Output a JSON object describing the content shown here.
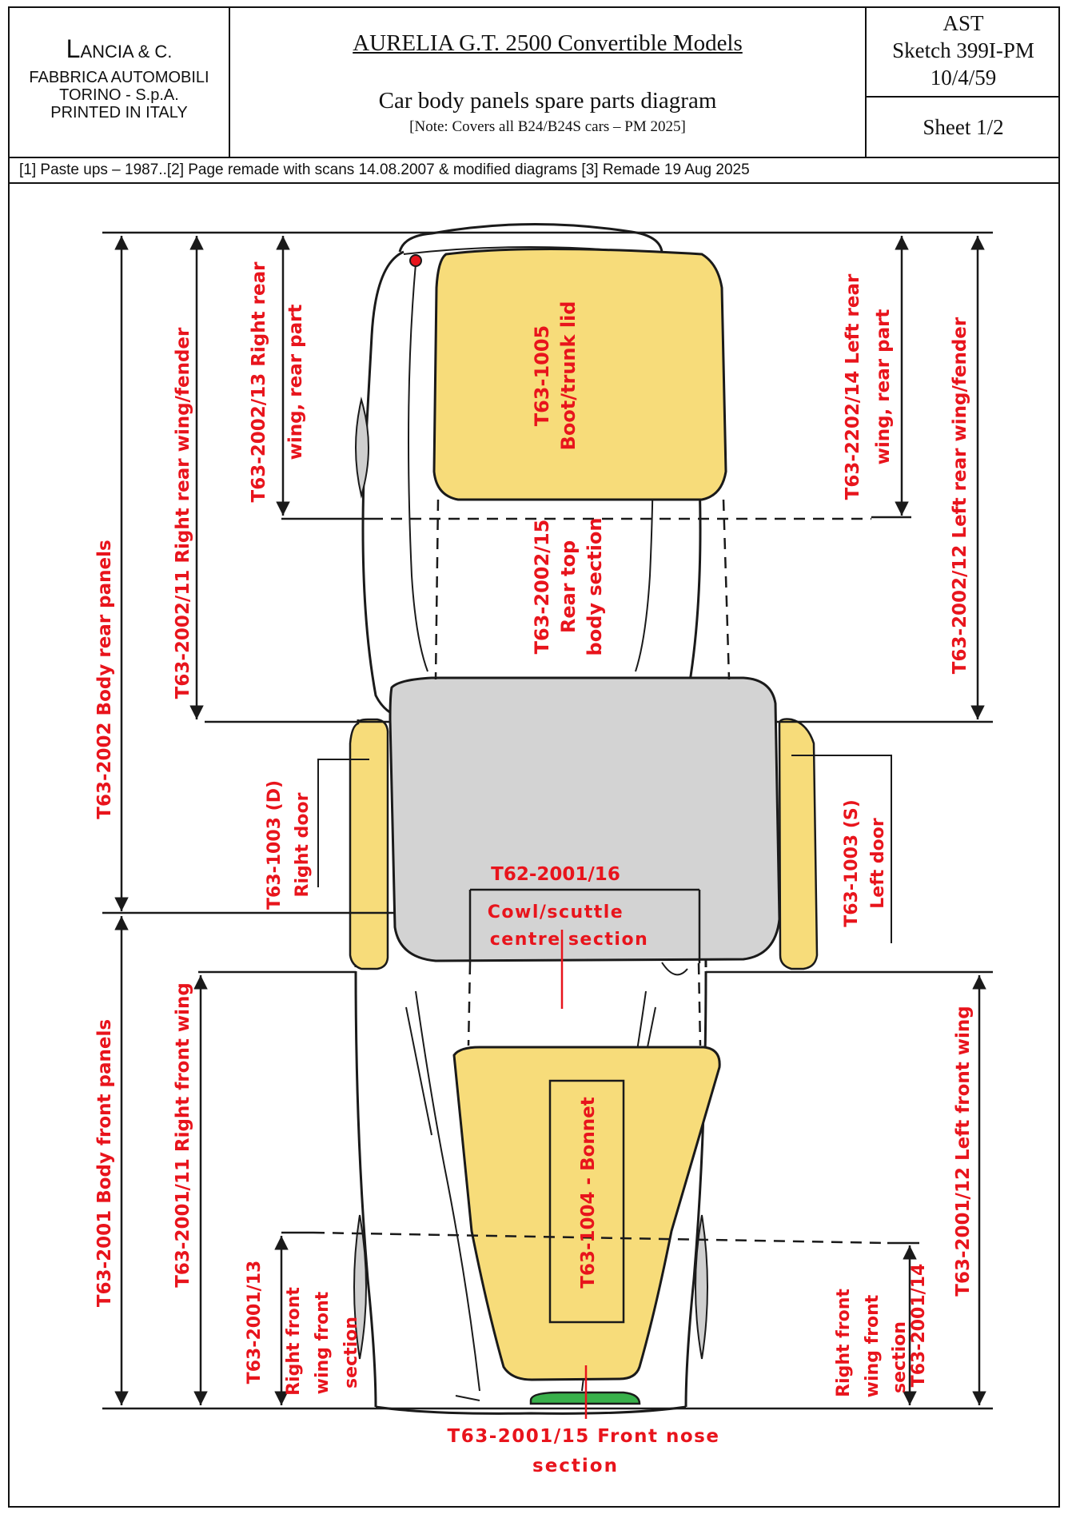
{
  "header": {
    "maker_first": "L",
    "maker_rest": "ANCIA & C.",
    "maker_line2": "FABBRICA AUTOMOBILI",
    "maker_line3": "TORINO - S.p.A.",
    "maker_line4": "PRINTED IN ITALY",
    "title": "AURELIA G.T. 2500 Convertible Models",
    "subtitle": "Car body panels spare parts diagram",
    "note": "[Note: Covers all B24/B24S cars – PM 2025]",
    "ref_line1": "AST",
    "ref_line2": "Sketch 399I-PM",
    "ref_line3": "10/4/59",
    "sheet": "Sheet 1/2"
  },
  "history": "[1]  Paste ups – 1987..[2]  Page remade with scans 14.08.2007 & modified diagrams [3] Remade 19 Aug 2025",
  "labels": {
    "boot_code": "T63-1005",
    "boot_name": "Boot/trunk lid",
    "rear_top_code": "T63-2002/15",
    "rear_top_name1": "Rear top",
    "rear_top_name2": "body section",
    "right_rear_part_1": "T63-2002/13 Right rear",
    "right_rear_part_2": "wing, rear part",
    "left_rear_part_1": "T63-2202/14 Left rear",
    "left_rear_part_2": "wing, rear part",
    "right_rear_wing": "T63-2002/11 Right rear wing/fender",
    "left_rear_wing": "T63-2002/12 Left rear wing/fender",
    "body_rear": "T63-2002 Body rear panels",
    "right_door_code": "T63-1003 (D)",
    "right_door_name": "Right door",
    "left_door_code": "T63-1003 (S)",
    "left_door_name": "Left door",
    "cowl_code": "T62-2001/16",
    "cowl_name1": "Cowl/scuttle",
    "cowl_name2": "centre section",
    "bonnet": "T63-1004 - Bonnet",
    "body_front": "T63-2001 Body front panels",
    "right_front_wing": "T63-2001/11 Right front wing",
    "left_front_wing": "T63-2001/12 Left front wing",
    "right_front_section_code": "T63-2001/13",
    "right_front_section_1": "Right front",
    "right_front_section_2": "wing front",
    "right_front_section_3": "section",
    "left_front_section_1": "Right front",
    "left_front_section_2": "wing front",
    "left_front_section_3": "section",
    "left_front_section_code": "T63-2001/14",
    "nose_line1": "T63-2001/15 Front nose",
    "nose_line2": "section"
  },
  "colors": {
    "label_red": "#e8141c",
    "panel_yellow": "#f7dc7a",
    "cowl_grey": "#d3d3d3",
    "nose_green": "#38b04a",
    "outline": "#1a1a1a"
  }
}
